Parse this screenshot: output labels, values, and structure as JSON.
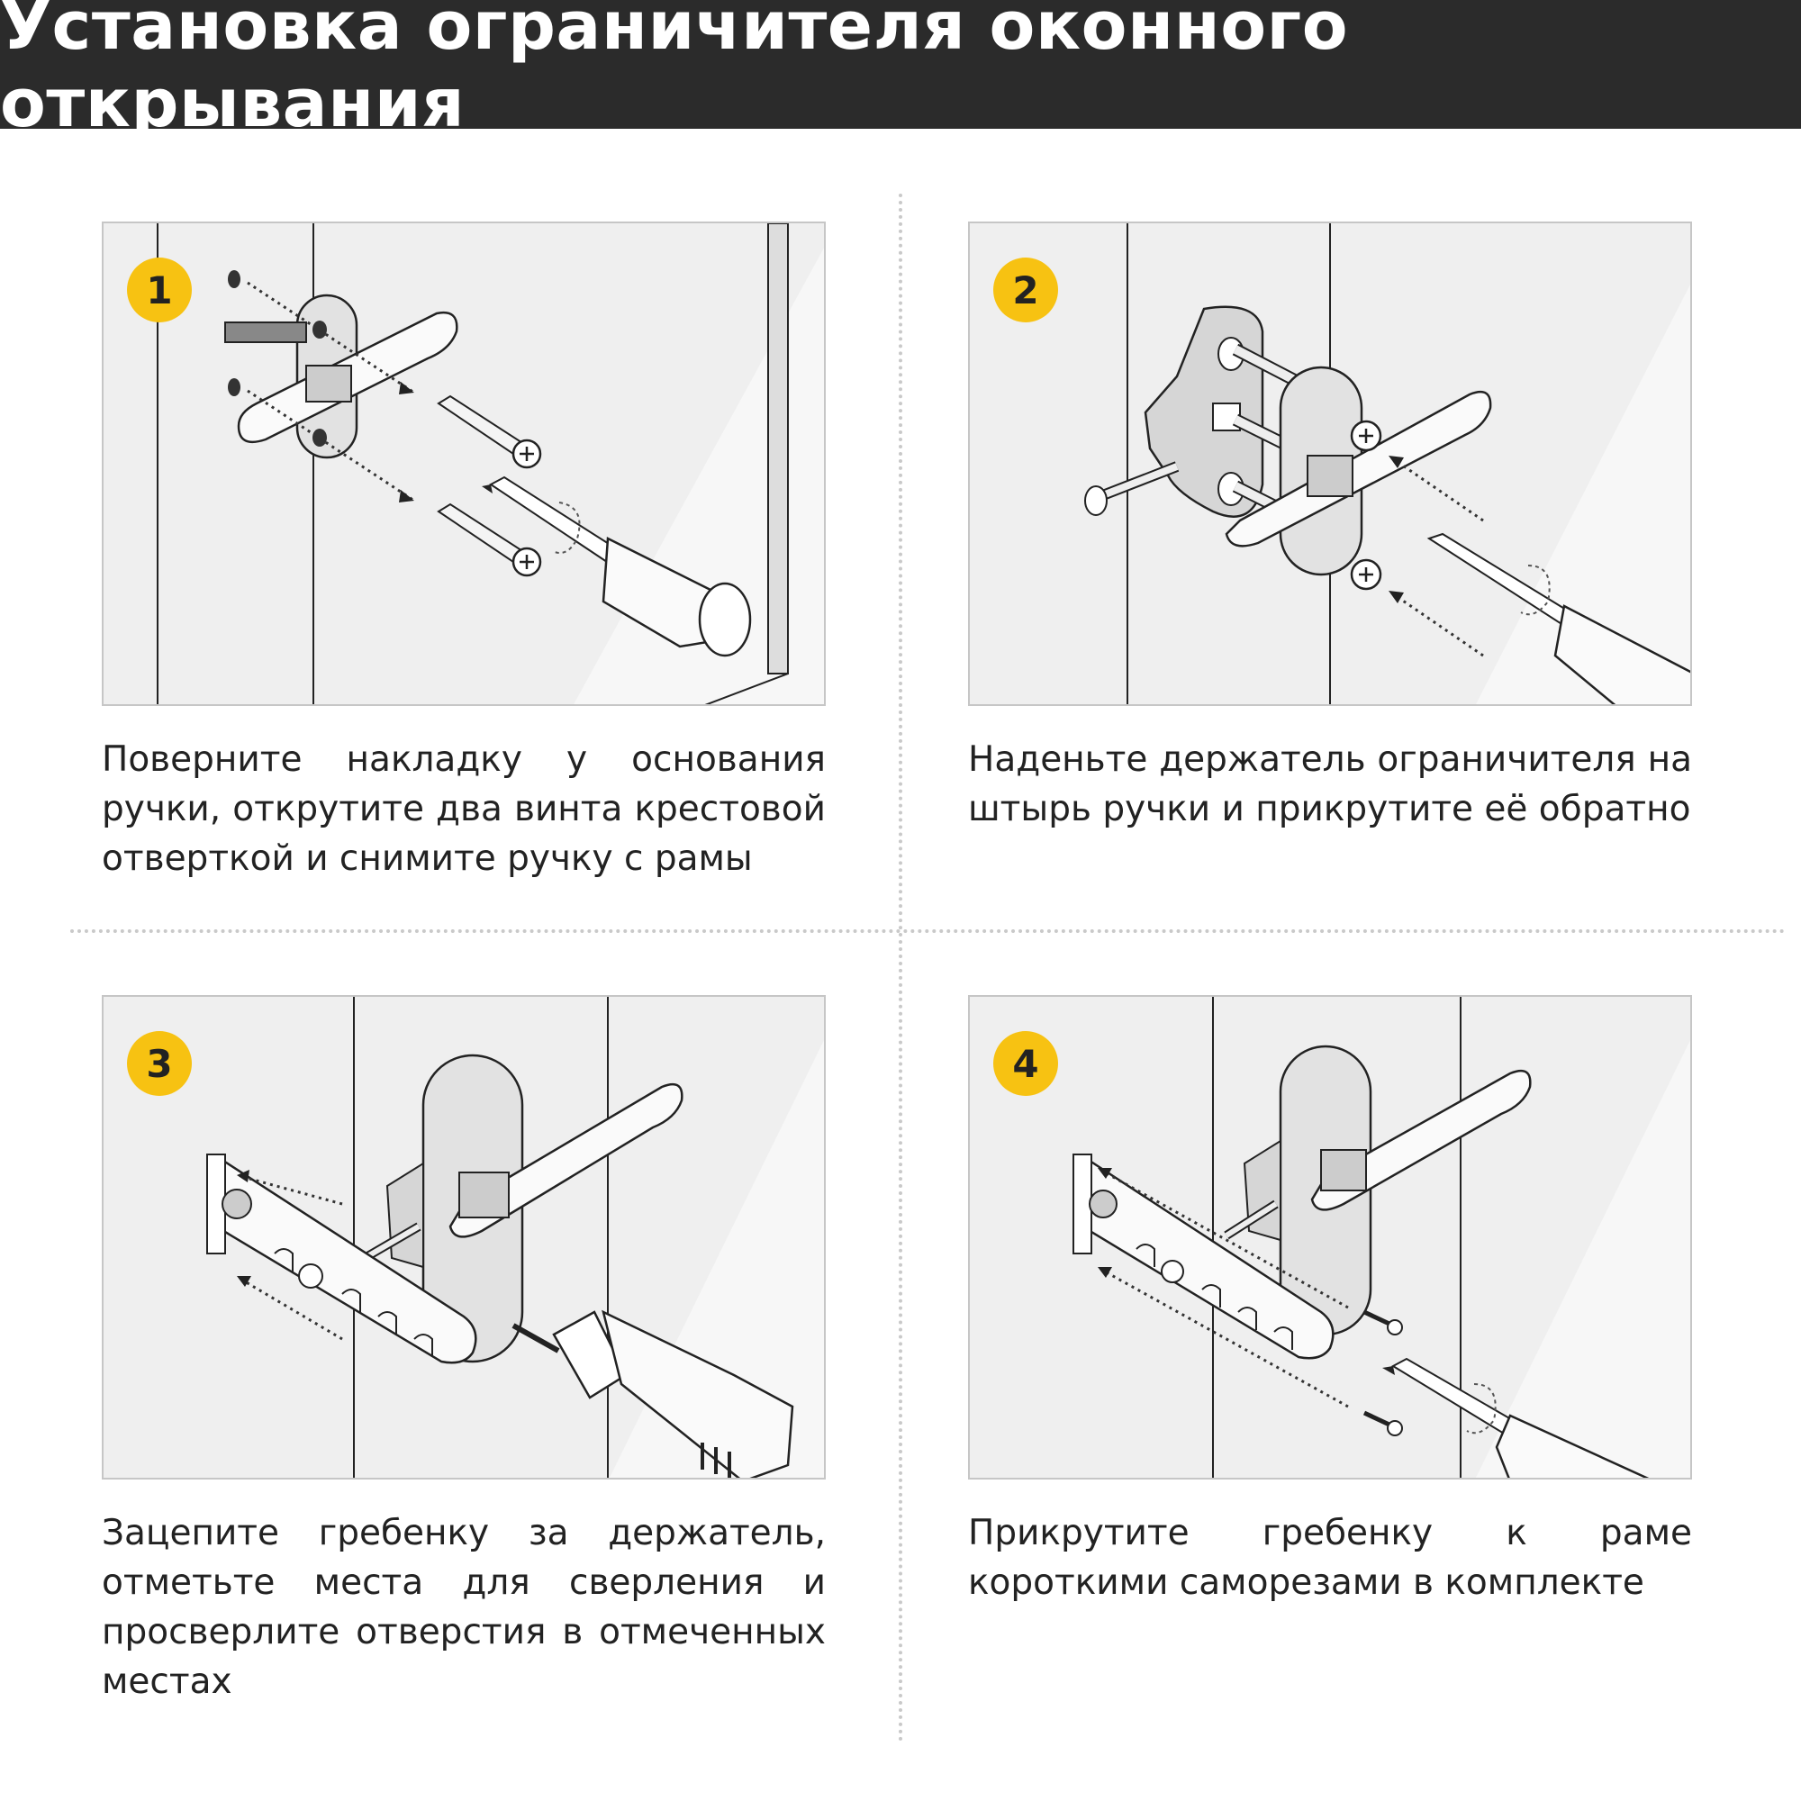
{
  "header": {
    "title": "Установка ограничителя оконного открывания"
  },
  "steps": [
    {
      "number": "1",
      "text": "Поверните накладку у основания ручки, открутите два винта крестовой отверткой и снимите ручку с рамы"
    },
    {
      "number": "2",
      "text": "Наденьте держатель ограничителя на штырь ручки и прикрутите её обратно"
    },
    {
      "number": "3",
      "text": "Зацепите гребенку за держатель, отметьте места для сверления и просверлите отверстия в отмеченных местах"
    },
    {
      "number": "4",
      "text": "Прикрутите гребенку к раме короткими саморезами в комплекте"
    }
  ],
  "colors": {
    "header_bg": "#2b2b2b",
    "badge": "#f7c212",
    "panel_bg": "#efefef"
  },
  "icons": [
    "handle-illustration",
    "screw-icon",
    "screwdriver-icon",
    "drill-icon",
    "limiter-comb-icon"
  ]
}
